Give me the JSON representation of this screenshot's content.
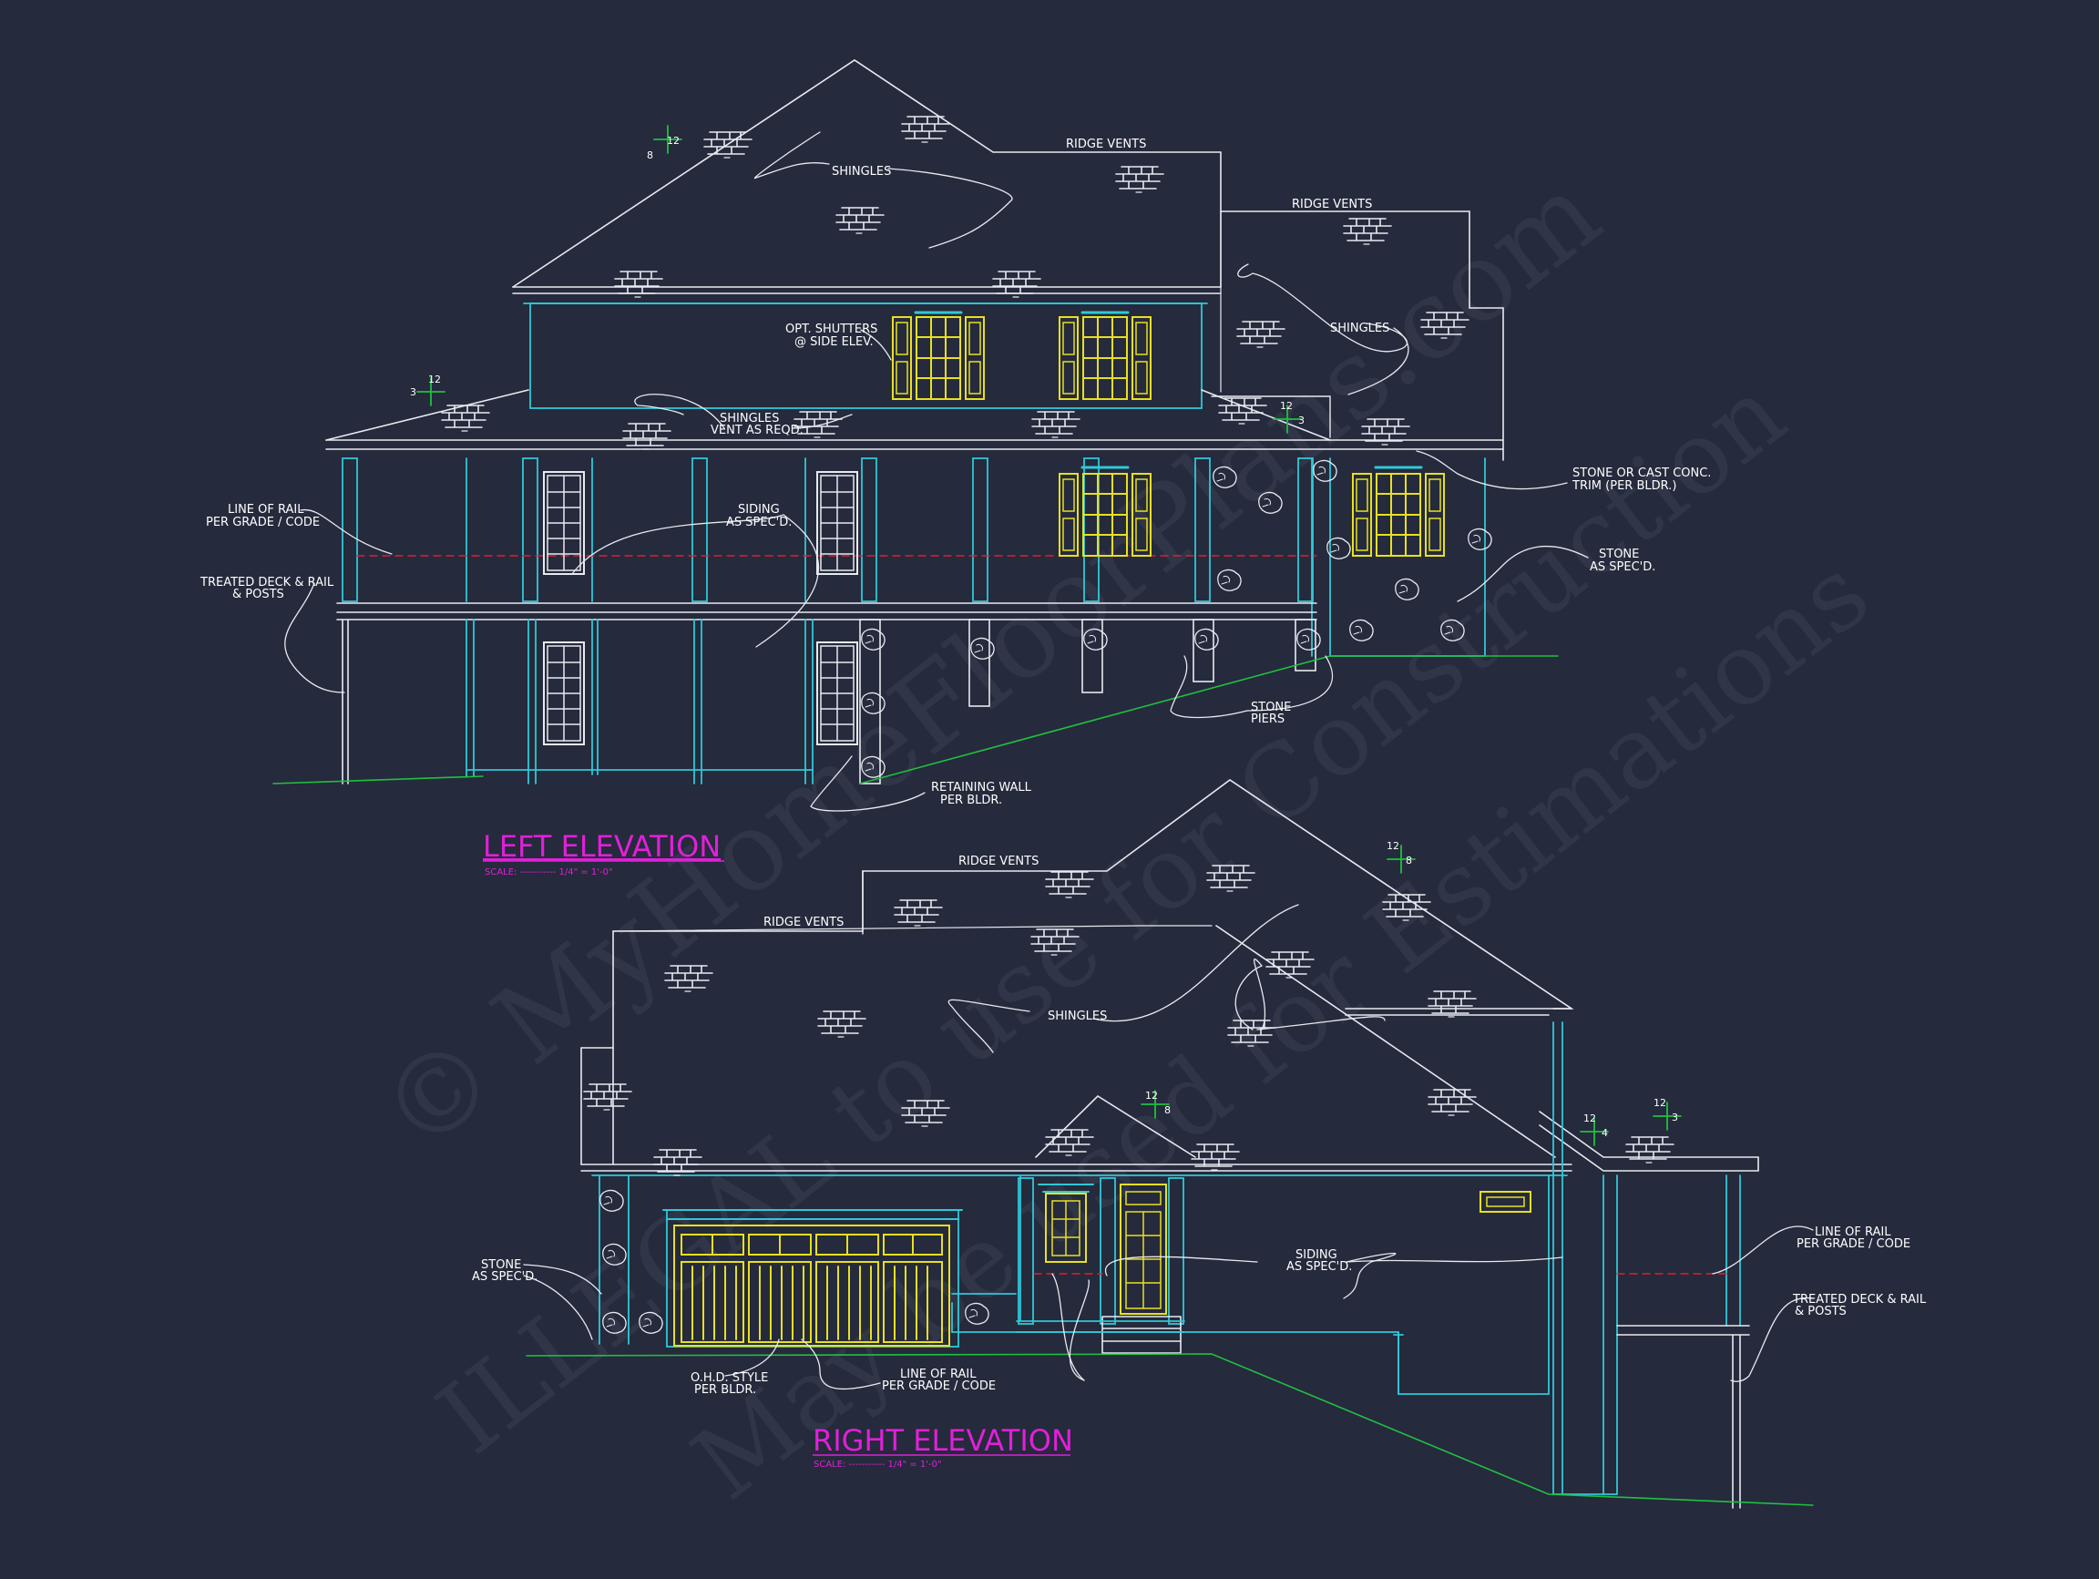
{
  "watermark": {
    "line1": "© MyHomeFloorPlans.com",
    "line2": "ILLEGAL to use for Construction",
    "line3": "May be used for Estimations"
  },
  "left_elevation": {
    "title": "LEFT ELEVATION",
    "scale": "SCALE: ----------- 1/4\" = 1'-0\"",
    "notes": {
      "ridge_vents_1": "RIDGE VENTS",
      "ridge_vents_2": "RIDGE VENTS",
      "shingles_1": "SHINGLES",
      "shingles_2": "SHINGLES",
      "shutters_1": "OPT. SHUTTERS",
      "shutters_2": "@ SIDE ELEV.",
      "shingles_vent_1": "SHINGLES",
      "shingles_vent_2": "VENT AS REQD.",
      "line_rail_1": "LINE OF RAIL",
      "line_rail_2": "PER GRADE / CODE",
      "siding_1": "SIDING",
      "siding_2": "AS SPEC'D.",
      "deck_1": "TREATED DECK & RAIL",
      "deck_2": "& POSTS",
      "stone_trim_1": "STONE OR CAST CONC.",
      "stone_trim_2": "TRIM (PER BLDR.)",
      "stone_1": "STONE",
      "stone_2": "AS SPEC'D.",
      "piers_1": "STONE",
      "piers_2": "PIERS",
      "wall_1": "RETAINING WALL",
      "wall_2": "PER BLDR."
    },
    "pitches": [
      {
        "rise": "8",
        "run": "12"
      },
      {
        "rise": "3",
        "run": "12"
      },
      {
        "rise": "3",
        "run": "12"
      }
    ]
  },
  "right_elevation": {
    "title": "RIGHT ELEVATION",
    "scale": "SCALE: ----------- 1/4\" = 1'-0\"",
    "notes": {
      "ridge_vents_1": "RIDGE VENTS",
      "ridge_vents_2": "RIDGE VENTS",
      "shingles": "SHINGLES",
      "stone_1": "STONE",
      "stone_2": "AS SPEC'D.",
      "siding_1": "SIDING",
      "siding_2": "AS SPEC'D.",
      "line_rail_1": "LINE OF RAIL",
      "line_rail_2": "PER GRADE / CODE",
      "line_rail_3": "LINE OF RAIL",
      "line_rail_4": "PER GRADE / CODE",
      "ohd_1": "O.H.D. STYLE",
      "ohd_2": "PER BLDR.",
      "deck_1": "TREATED DECK & RAIL",
      "deck_2": "& POSTS"
    },
    "pitches": [
      {
        "rise": "8",
        "run": "12"
      },
      {
        "rise": "8",
        "run": "12"
      },
      {
        "rise": "4",
        "run": "12"
      },
      {
        "rise": "3",
        "run": "12"
      }
    ]
  },
  "colors": {
    "background": "#252a3c",
    "linework": "#e8eaf0",
    "trim": "#2ec8d8",
    "windows": "#e8e020",
    "grade": "#20c040",
    "rail": "#e02030",
    "titles": "#e020d8"
  }
}
